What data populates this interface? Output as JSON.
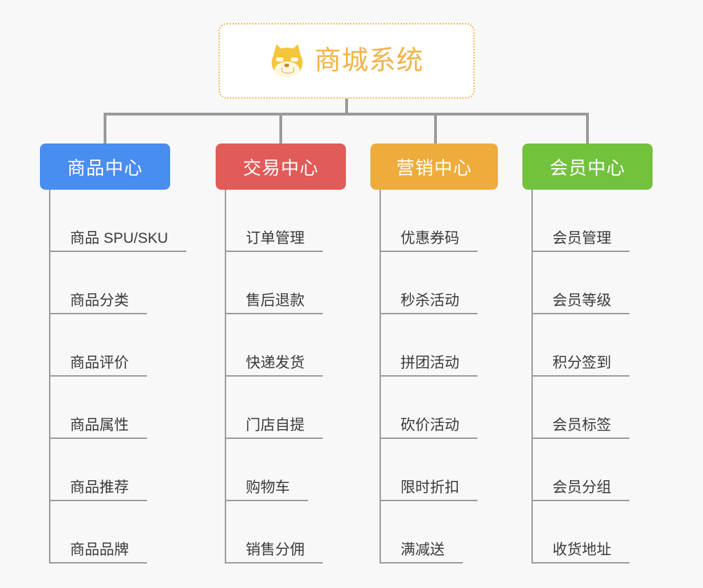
{
  "page": {
    "background": "#f8f8f8",
    "connector_color": "#9a9a9a"
  },
  "root": {
    "icon": "shiba-dog-icon",
    "title": "商城系统",
    "text_color": "#f0b44a",
    "border_color": "#f0b952",
    "background": "#ffffff"
  },
  "categories": [
    {
      "label": "商品中心",
      "color": "#4a8df0",
      "items": [
        "商品 SPU/SKU",
        "商品分类",
        "商品评价",
        "商品属性",
        "商品推荐",
        "商品品牌"
      ]
    },
    {
      "label": "交易中心",
      "color": "#e15b58",
      "items": [
        "订单管理",
        "售后退款",
        "快递发货",
        "门店自提",
        "购物车",
        "销售分佣"
      ]
    },
    {
      "label": "营销中心",
      "color": "#eeac3c",
      "items": [
        "优惠券码",
        "秒杀活动",
        "拼团活动",
        "砍价活动",
        "限时折扣",
        "满减送"
      ]
    },
    {
      "label": "会员中心",
      "color": "#72c23e",
      "items": [
        "会员管理",
        "会员等级",
        "积分签到",
        "会员标签",
        "会员分组",
        "收货地址"
      ]
    }
  ]
}
